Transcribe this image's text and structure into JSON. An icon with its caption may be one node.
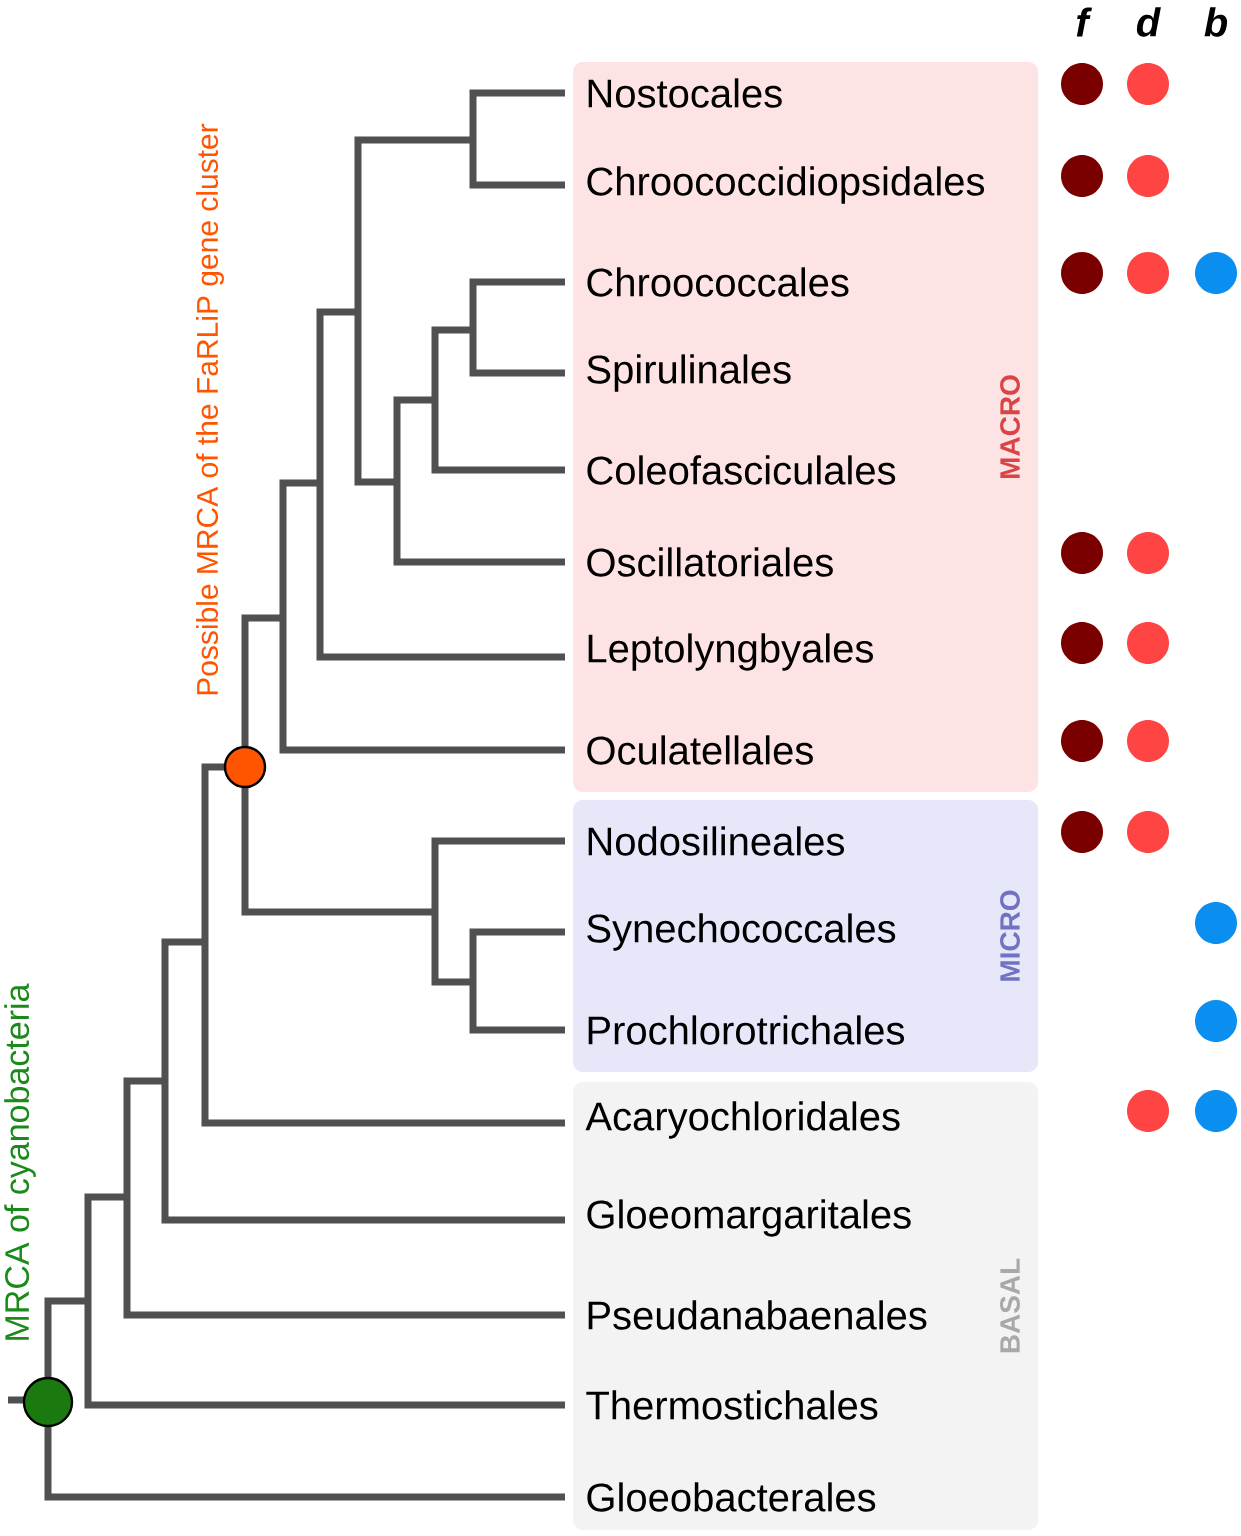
{
  "diagram": {
    "nodes": [
      {
        "text": [
          "MACRO"
        ]
      },
      {
        "text": [
          "Nostocales"
        ],
        "in": 0
      },
      {
        "text": [
          "Chroococcidiopsidales"
        ],
        "in": 0
      },
      {
        "text": [
          "Chroococcales"
        ],
        "in": 0
      },
      {
        "text": [
          "Spirulinales"
        ],
        "in": 0
      },
      {
        "text": [
          "Coleofasciculales"
        ],
        "in": 0
      },
      {
        "text": [
          "Oscillatoriales"
        ],
        "in": 0
      },
      {
        "text": [
          "Leptolyngbyales"
        ],
        "in": 0
      },
      {
        "text": [
          "Oculatellales"
        ],
        "in": 0
      },
      {
        "text": [
          "MICRO"
        ]
      },
      {
        "text": [
          "Nodosilineales"
        ],
        "in": 9
      },
      {
        "text": [
          "Synechococcales"
        ],
        "in": 9
      },
      {
        "text": [
          "Prochlorotrichales"
        ],
        "in": 9
      },
      {
        "text": [
          "BASAL"
        ]
      },
      {
        "text": [
          "Acaryochloridales"
        ],
        "in": 13
      },
      {
        "text": [
          "Gloeomargaritales"
        ],
        "in": 13
      },
      {
        "text": [
          "Pseudanabaenales"
        ],
        "in": 13
      },
      {
        "text": [
          "Thermostichales"
        ],
        "in": 13
      },
      {
        "text": [
          "Gloeobacterales"
        ],
        "in": 13
      },
      {
        "text": [],
        "shape": "circle",
        "beside": [
          "Possible MRCA of the FaRLiP gene cluster"
        ]
      },
      {
        "text": [],
        "shape": "circle",
        "beside": [
          "MRCA of cyanobacteria"
        ]
      }
    ],
    "labels": [
      "f",
      "d",
      "b"
    ]
  }
}
